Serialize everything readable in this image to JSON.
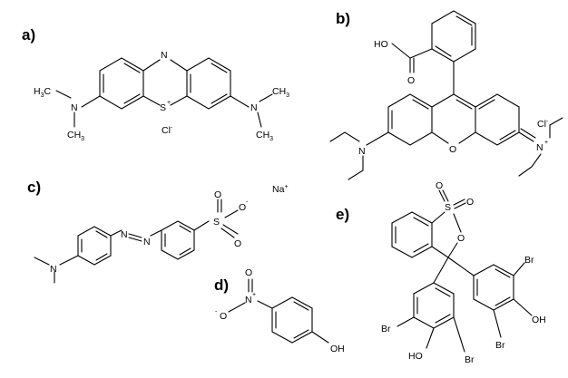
{
  "panels": {
    "a": {
      "label": "a)",
      "atoms": {
        "n_top": "N",
        "s_plus": "S",
        "plus": "+",
        "n_left": "N",
        "n_right": "N",
        "h3c_left": "H",
        "h3c_left_3": "3",
        "h3c_left_c": "C",
        "ch3_left_c": "CH",
        "ch3_left_3": "3",
        "ch3_right_top_c": "CH",
        "ch3_right_top_3": "3",
        "ch3_right_bot_c": "CH",
        "ch3_right_bot_3": "3"
      },
      "counterion": "Cl",
      "counterion_charge": "-"
    },
    "b": {
      "label": "b)",
      "atoms": {
        "ho": "HO",
        "o_carbonyl": "O",
        "o_ring": "O",
        "n_left": "N",
        "n_right": "N",
        "plus": "+"
      },
      "counterion": "Cl",
      "counterion_charge": "-"
    },
    "c": {
      "label": "c)",
      "atoms": {
        "n_amine": "N",
        "n_azo1": "N",
        "n_azo2": "N",
        "s": "S",
        "o_minus": "O",
        "minus": "-",
        "o_up": "O",
        "o_down": "O"
      },
      "counterion": "Na",
      "counterion_charge": "+"
    },
    "d": {
      "label": "d)",
      "atoms": {
        "o_minus": "O",
        "minus": "-",
        "n": "N",
        "plus": "+",
        "o": "O",
        "oh": "OH"
      }
    },
    "e": {
      "label": "e)",
      "atoms": {
        "s": "S",
        "o_top": "O",
        "o_right": "O",
        "o_ring": "O",
        "br_1": "Br",
        "br_2": "Br",
        "br_3": "Br",
        "br_4": "Br",
        "oh_left": "HO",
        "oh_right": "OH"
      }
    }
  }
}
